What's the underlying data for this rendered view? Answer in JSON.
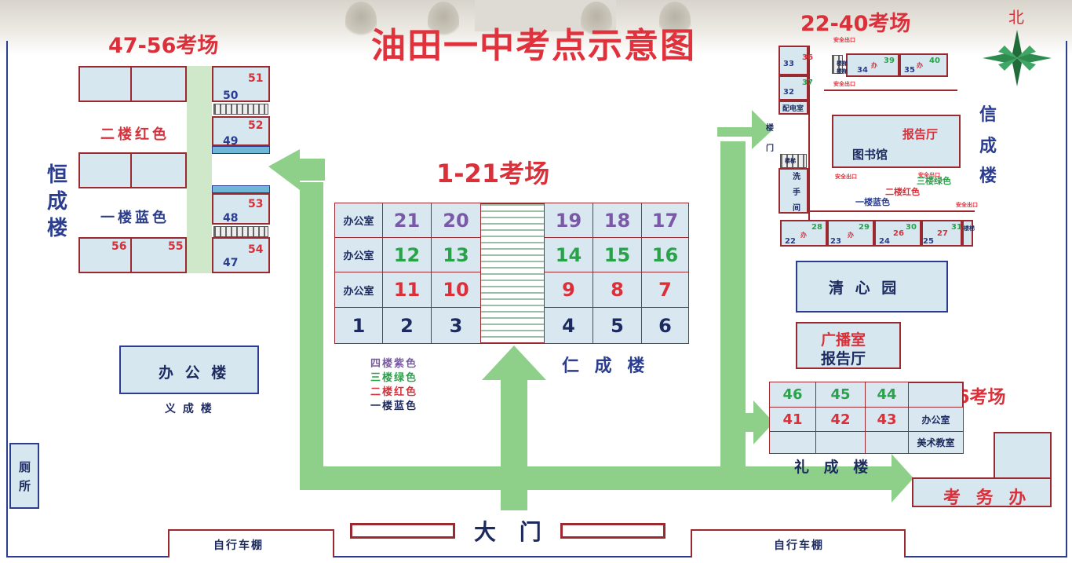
{
  "title": "油田一中考点示意图",
  "compass": {
    "label": "北",
    "icon": "compass-rose-icon"
  },
  "colors": {
    "red": "#d9303a",
    "navy": "#2a3d8f",
    "green": "#2aa24a",
    "purple": "#7a5aa6",
    "arrow": "#8ed08a"
  },
  "regions": {
    "hengcheng": {
      "exam_label": "47-56考场",
      "building_name": [
        "恒",
        "成",
        "楼"
      ],
      "floor2": "二楼红色",
      "floor1": "一楼蓝色",
      "rooms": {
        "r51": "51",
        "r50": "50",
        "r52": "52",
        "r49": "49",
        "r53": "53",
        "r48": "48",
        "r54": "54",
        "r47": "47",
        "r56": "56",
        "r55": "55"
      }
    },
    "rencheng": {
      "exam_label": "1-21考场",
      "building_name": "仁 成 楼",
      "office": "办公室",
      "row4": [
        "21",
        "20",
        "19",
        "18",
        "17"
      ],
      "row3": [
        "12",
        "13",
        "14",
        "15",
        "16"
      ],
      "row2": [
        "11",
        "10",
        "9",
        "8",
        "7"
      ],
      "row1": [
        "1",
        "2",
        "3",
        "4",
        "5",
        "6"
      ],
      "legend": [
        "四楼紫色",
        "三楼绿色",
        "二楼红色",
        "一楼蓝色"
      ]
    },
    "xincheng": {
      "exam_label": "22-40考场",
      "building_name": [
        "信",
        "成",
        "楼"
      ],
      "exit": "安全出口",
      "rooms": {
        "r33": "33",
        "r36": "36",
        "r34": "34",
        "r39": "39",
        "r35": "35",
        "r40": "40",
        "r32": "32",
        "r37": "37",
        "r22": "22",
        "r28": "28",
        "r23": "23",
        "r29": "29",
        "r24": "24",
        "r30": "30",
        "r25": "25",
        "r27": "27",
        "r31": "31",
        "r26": "26"
      },
      "room_small_label": "办",
      "power_room": "配电室",
      "stair_label": "楼",
      "door_label": "门",
      "wash": [
        "洗",
        "手",
        "间"
      ],
      "report_hall": "报告厅",
      "library": "图书馆",
      "floor3": "三楼绿色",
      "floor2": "二楼红色",
      "floor1": "一楼蓝色",
      "small_labels": {
        "stairs_a": "楼梯",
        "stairs_b": "楼梯",
        "stairs_c": "楼梯",
        "stairs_d": "楼梯"
      }
    },
    "qingxin": {
      "name": "清 心 园"
    },
    "broadcast": {
      "name": "广播室",
      "sub": "报告厅"
    },
    "licheng": {
      "exam_label": "41-46考场",
      "building_name": "礼 成 楼",
      "top": [
        "46",
        "45",
        "44"
      ],
      "mid": [
        "41",
        "42",
        "43"
      ],
      "office": "办公室",
      "art": "美术教室"
    },
    "office_bldg": {
      "name": "办 公 楼",
      "sub": "义 成 楼"
    },
    "toilet": {
      "name": [
        "厕",
        "所"
      ]
    },
    "exam_office": {
      "name": "考 务 办"
    },
    "gate": {
      "name": "大 门"
    },
    "bike_left": "自行车棚",
    "bike_right": "自行车棚"
  }
}
